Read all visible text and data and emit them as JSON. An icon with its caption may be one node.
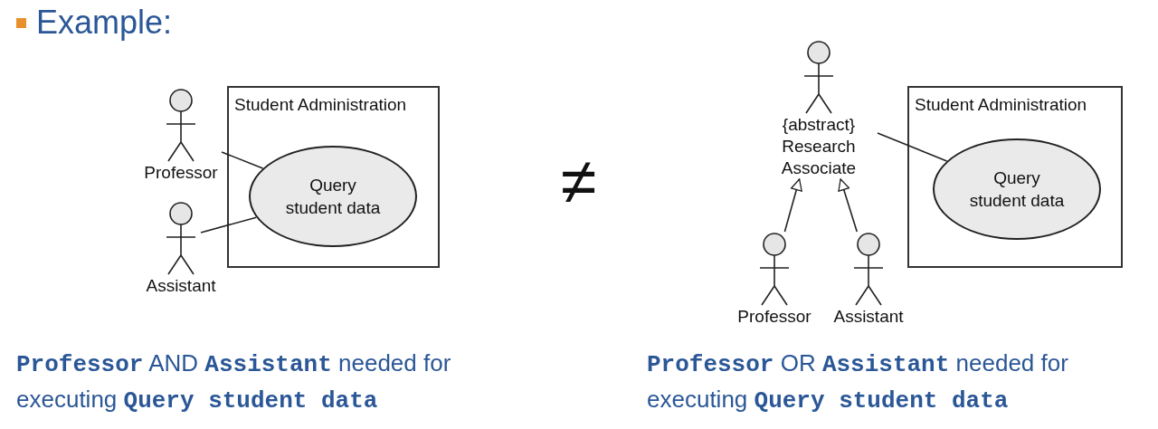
{
  "diagram": {
    "title": "Example:",
    "nodes": [
      {
        "text": [
          "Professor"
        ]
      },
      {
        "text": [
          "Assistant"
        ]
      },
      {
        "text": [
          "Student Administration"
        ]
      },
      {
        "text": [
          "Query student data"
        ],
        "in": 2
      },
      {
        "text": [
          "{abstract} Research Associate"
        ]
      },
      {
        "text": [
          "Professor"
        ]
      },
      {
        "text": [
          "Assistant"
        ]
      },
      {
        "text": [
          "Student Administration"
        ]
      },
      {
        "text": [
          "Query student data"
        ],
        "in": 7
      }
    ],
    "edges": [
      {
        "from": 0,
        "to": 3,
        "arrow": "none"
      },
      {
        "from": 1,
        "to": 3,
        "arrow": "none"
      },
      {
        "from": 5,
        "to": 4,
        "arrow": "to"
      },
      {
        "from": 6,
        "to": 4,
        "arrow": "to"
      },
      {
        "from": 4,
        "to": 8,
        "arrow": "none"
      }
    ],
    "labels": [
      "≠",
      "**Professor** AND **Assistant** needed for executing **Query student data**",
      "**Professor** OR **Assistant** needed for executing **Query student data**"
    ]
  }
}
